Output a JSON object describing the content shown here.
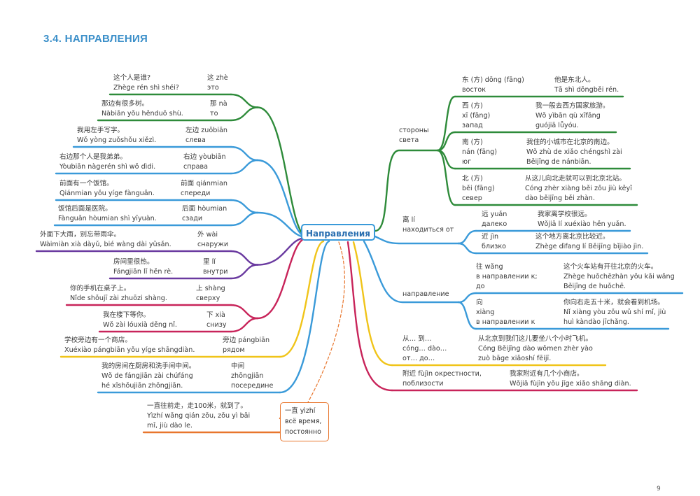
{
  "title": "3.4. НАПРАВЛЕНИЯ",
  "center": "Направления",
  "colors": {
    "green": "#2e8b3a",
    "blue": "#3a9ad9",
    "purple": "#6a3aa0",
    "crimson": "#c8245a",
    "yellow": "#f0c419",
    "orange": "#e8762d",
    "title": "#3b8fc9"
  },
  "left": [
    {
      "term": [
        "这 zhè",
        "это"
      ],
      "example": [
        "这个人是谁?",
        "Zhège rén shì shéi?"
      ]
    },
    {
      "term": [
        "那 nà",
        "то"
      ],
      "example": [
        "那边有很多树。",
        "Nàbiān yǒu hěnduō shù."
      ]
    },
    {
      "term": [
        "左边 zuǒbiān",
        "слева"
      ],
      "example": [
        "我用左手写字。",
        "Wǒ yòng zuǒshǒu xiězì."
      ]
    },
    {
      "term": [
        "右边 yòubiān",
        "справа"
      ],
      "example": [
        "右边那个人是我弟弟。",
        "Yòubiān nàgerén shì wǒ dìdi."
      ]
    },
    {
      "term": [
        "前面 qiánmian",
        "спереди"
      ],
      "example": [
        "前面有一个饭馆。",
        "Qiánmian yǒu yíge fànguǎn."
      ]
    },
    {
      "term": [
        "后面 hòumian",
        "сзади"
      ],
      "example": [
        "饭馆后面是医院。",
        "Fànguǎn hòumian shì yīyuàn."
      ]
    },
    {
      "term": [
        "外 wài",
        "снаружи"
      ],
      "example": [
        "外面下大雨，别忘带雨伞。",
        "Wàimiàn xià dàyǔ, bié wàng dài yǔsǎn."
      ]
    },
    {
      "term": [
        "里 lǐ",
        "внутри"
      ],
      "example": [
        "房间里很热。",
        "Fángjiān lǐ hěn rè."
      ]
    },
    {
      "term": [
        "上 shàng",
        "сверху"
      ],
      "example": [
        "你的手机在桌子上。",
        "Nǐde shǒujī zài zhuōzi shàng."
      ]
    },
    {
      "term": [
        "下 xià",
        "снизу"
      ],
      "example": [
        "我在楼下等你。",
        "Wǒ zài lóuxià děng nǐ."
      ]
    },
    {
      "term": [
        "旁边 pángbiān",
        "рядом"
      ],
      "example": [
        "学校旁边有一个商店。",
        "Xuéxiào pángbiān yǒu yíge shāngdiàn."
      ]
    },
    {
      "term": [
        "中间",
        "zhōngjiān",
        "посередине"
      ],
      "example": [
        "我的房间在厨房和洗手间中间。",
        "Wǒ de fángjiān zài chúfáng",
        "hé xǐshǒujiān zhōngjiān."
      ]
    },
    {
      "term": [],
      "example": [
        "一直往前走，走100米，就到了。",
        "Yìzhí wǎng qián zǒu, zǒu yì bǎi",
        "mǐ, jiù dào le."
      ]
    }
  ],
  "box": [
    "一直 yìzhí",
    "всё время,",
    "постоянно"
  ],
  "right_labels": [
    [
      "стороны",
      "света"
    ],
    [
      "离 lí",
      "находиться от"
    ],
    [
      "направление"
    ]
  ],
  "right": [
    {
      "term": [
        "东 (方) dōng (fāng)",
        "восток"
      ],
      "example": [
        "他是东北人。",
        "Tā shì dōngběi rén."
      ]
    },
    {
      "term": [
        "西 (方)",
        "xī (fāng)",
        "запад"
      ],
      "example": [
        "我一般去西方国家旅游。",
        "Wǒ yìbān qù xīfāng",
        "guójiā lǚyóu."
      ]
    },
    {
      "term": [
        "南 (方)",
        "nán (fāng)",
        "юг"
      ],
      "example": [
        "我住的小城市在北京的南边。",
        "Wǒ zhù de xiǎo chéngshì zài",
        "Běijīng de nánbiān."
      ]
    },
    {
      "term": [
        "北 (方)",
        "běi (fāng)",
        "север"
      ],
      "example": [
        "从这儿向北走就可以到北京北站。",
        "Cóng zhèr xiàng běi zǒu jiù kěyǐ",
        "dào běijīng běi zhàn."
      ]
    },
    {
      "term": [
        "远 yuǎn",
        "далеко"
      ],
      "example": [
        "我家离学校很远。",
        "Wǒjiā lí xuéxiào hěn yuǎn."
      ]
    },
    {
      "term": [
        "近 jìn",
        "близко"
      ],
      "example": [
        "这个地方离北京比较近。",
        "Zhège dìfang lí Běijīng bǐjiào jìn."
      ]
    },
    {
      "term": [
        "往 wǎng",
        "в направлении к;",
        "до"
      ],
      "example": [
        "这个火车站有开往北京的火车。",
        "Zhège huǒchēzhàn yǒu kāi wǎng",
        "Běijīng de huǒchē."
      ]
    },
    {
      "term": [
        "向",
        "xiàng",
        "в направлении к"
      ],
      "example": [
        "你向右走五十米，就会看到机场。",
        "Nǐ xiàng yòu zǒu wǔ shí mǐ, jiù",
        "huì kàndào jīchǎng."
      ]
    },
    {
      "term": [
        "从… 到…",
        "cóng… dào…",
        "от… до…"
      ],
      "example": [
        "从北京到我们这儿要坐八个小时飞机。",
        "Cóng Běijīng dào wǒmen zhèr yào",
        "zuò bāge xiǎoshí fēijī."
      ]
    },
    {
      "term": [
        "附近 fùjìn окрестности,",
        "поблизости"
      ],
      "example": [
        "我家附近有几个小商店。",
        "Wǒjiā fùjìn yǒu jǐge xiǎo shāng diàn."
      ]
    }
  ],
  "page_number": "9"
}
